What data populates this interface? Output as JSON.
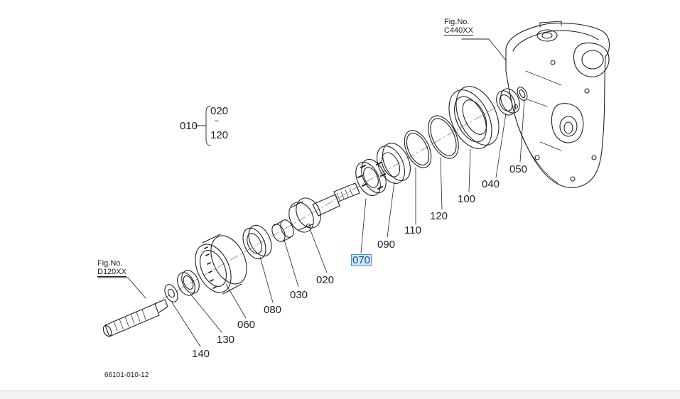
{
  "diagram": {
    "drawing_number": "66101-010-12",
    "fig_refs": [
      {
        "line1": "Fig.No.",
        "line2": "C440XX"
      },
      {
        "line1": "Fig.No.",
        "line2": "D120XX"
      }
    ],
    "group": {
      "parent": "010",
      "from": "020",
      "tilde": "~",
      "to": "120"
    },
    "parts": [
      {
        "id": "040",
        "label": "040",
        "selected": false
      },
      {
        "id": "050",
        "label": "050",
        "selected": false
      },
      {
        "id": "100",
        "label": "100",
        "selected": false
      },
      {
        "id": "120",
        "label": "120",
        "selected": false
      },
      {
        "id": "110",
        "label": "110",
        "selected": false
      },
      {
        "id": "090",
        "label": "090",
        "selected": false
      },
      {
        "id": "070",
        "label": "070",
        "selected": true
      },
      {
        "id": "020",
        "label": "020",
        "selected": false
      },
      {
        "id": "030",
        "label": "030",
        "selected": false
      },
      {
        "id": "080",
        "label": "080",
        "selected": false
      },
      {
        "id": "060",
        "label": "060",
        "selected": false
      },
      {
        "id": "130",
        "label": "130",
        "selected": false
      },
      {
        "id": "140",
        "label": "140",
        "selected": false
      }
    ],
    "colors": {
      "line": "#222222",
      "selection_bg": "#cfe6fb",
      "selection_border": "#4a90d9"
    }
  }
}
